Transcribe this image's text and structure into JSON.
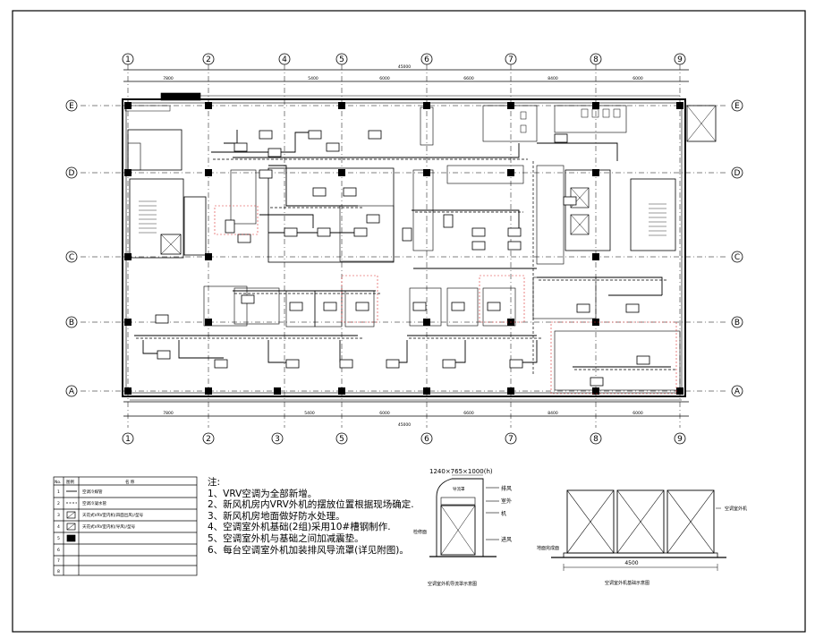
{
  "grid": {
    "top_cols": [
      "1",
      "2",
      "4",
      "5",
      "6",
      "7",
      "8",
      "9"
    ],
    "bottom_cols": [
      "1",
      "2",
      "3",
      "5",
      "6",
      "7",
      "8",
      "9"
    ],
    "rows": [
      "E",
      "D",
      "C",
      "B",
      "A"
    ]
  },
  "dimensions": {
    "top_total": "45000",
    "top_spans": [
      "7800",
      "5400",
      "6000",
      "6600",
      "8400",
      "6000"
    ],
    "bottom_total": "45000",
    "bottom_spans": [
      "7800",
      "5400",
      "6000",
      "6600",
      "8400",
      "6000"
    ],
    "foundation_width": "4500",
    "unit_size": "1240×765×1000(h)"
  },
  "legend": {
    "headers": [
      "No.",
      "图例",
      "名 称"
    ],
    "rows": [
      {
        "no": "1",
        "name": "空调冷媒管"
      },
      {
        "no": "2",
        "name": "空调冷凝水管"
      },
      {
        "no": "3",
        "name": "天花式VRV室内机(四面出风)/型号"
      },
      {
        "no": "4",
        "name": "天花式VRV室内机(导风)/型号"
      },
      {
        "no": "5",
        "name": ""
      },
      {
        "no": "6",
        "name": ""
      },
      {
        "no": "7",
        "name": ""
      },
      {
        "no": "8",
        "name": ""
      }
    ]
  },
  "notes": {
    "title": "注:",
    "items": [
      "1、VRV空调为全部新增。",
      "2、新风机房内VRV外机的摆放位置根据现场确定.",
      "3、新风机房地面做好防水处理。",
      "4、空调室外机基础(2组)采用10#槽钢制作.",
      "5、空调室外机与基础之间加减震垫。",
      "6、每台空调室外机加装排风导流罩(详见附图)。"
    ]
  },
  "section_detail": {
    "labels": [
      "排风",
      "室外",
      "机",
      "进风",
      "导流罩",
      "检修面"
    ],
    "caption": "空调室外机导流罩示意图"
  },
  "foundation_detail": {
    "unit_label": "空调室外机",
    "base_label": "地面完成面",
    "caption": "空调室外机基础示意图"
  }
}
